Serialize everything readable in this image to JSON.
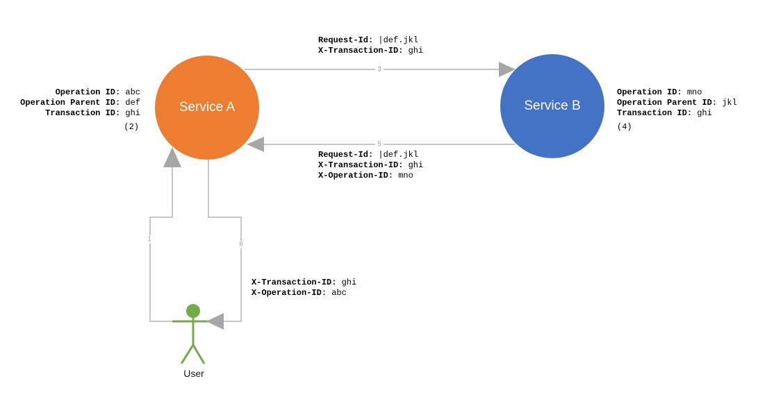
{
  "nodes": {
    "service_a": {
      "label": "Service A",
      "color": "#ED7D31"
    },
    "service_b": {
      "label": "Service B",
      "color": "#4472C4"
    },
    "user": {
      "label": "User",
      "color": "#70AD47"
    }
  },
  "steps": {
    "step1": "1",
    "step3": "3",
    "step5": "5",
    "step6": "6"
  },
  "annotations": {
    "service_a_details": {
      "lines": [
        {
          "key": "Operation ID:",
          "value": "abc"
        },
        {
          "key": "Operation Parent ID:",
          "value": "def"
        },
        {
          "key": "Transaction ID:",
          "value": "ghi"
        }
      ],
      "step_ref": "(2)"
    },
    "service_b_details": {
      "lines": [
        {
          "key": "Operation ID:",
          "value": "mno"
        },
        {
          "key": "Operation Parent ID:",
          "value": "jkl"
        },
        {
          "key": "Transaction ID:",
          "value": "ghi"
        }
      ],
      "step_ref": "(4)"
    },
    "request_a_to_b": {
      "lines": [
        {
          "key": "Request-Id:",
          "value": "|def.jkl"
        },
        {
          "key": "X-Transaction-ID:",
          "value": "ghi"
        }
      ]
    },
    "response_b_to_a": {
      "lines": [
        {
          "key": "Request-Id:",
          "value": "|def.jkl"
        },
        {
          "key": "X-Transaction-ID:",
          "value": "ghi"
        },
        {
          "key": "X-Operation-ID:",
          "value": "mno"
        }
      ]
    },
    "response_to_user": {
      "lines": [
        {
          "key": "X-Transaction-ID:",
          "value": "ghi"
        },
        {
          "key": "X-Operation-ID:",
          "value": "abc"
        }
      ]
    }
  },
  "colors": {
    "connector": "#B3B3B3",
    "arrowhead": "#A6A6A6",
    "step_number": "#A0A0A0",
    "text": "#000000",
    "background": "#FFFFFF"
  }
}
